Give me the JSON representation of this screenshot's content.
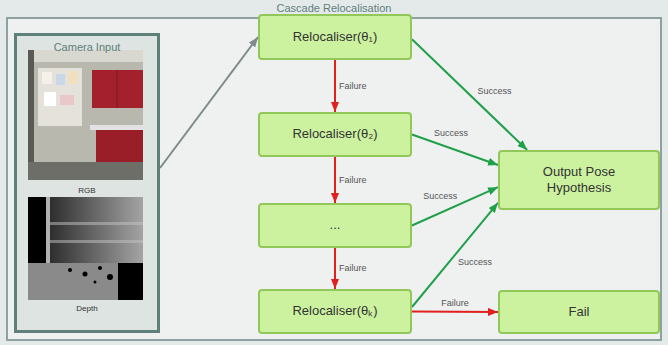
{
  "diagram": {
    "title": "Cascade Relocalisation",
    "nodes": [
      {
        "text": [
          "Camera Input",
          "RGB",
          "Depth"
        ]
      },
      {
        "text": [
          "Relocaliser(θ₁)"
        ]
      },
      {
        "text": [
          "Relocaliser(θ₂)"
        ]
      },
      {
        "text": [
          "..."
        ]
      },
      {
        "text": [
          "Relocaliser(θₖ)"
        ]
      },
      {
        "text": [
          "Output Pose Hypothesis"
        ]
      },
      {
        "text": [
          "Fail"
        ]
      }
    ],
    "edges": [
      {
        "from": 0,
        "to": 1,
        "arrow": "to"
      },
      {
        "from": 1,
        "to": 2,
        "label": "Failure",
        "arrow": "to"
      },
      {
        "from": 2,
        "to": 3,
        "label": "Failure",
        "arrow": "to"
      },
      {
        "from": 3,
        "to": 4,
        "label": "Failure",
        "arrow": "to"
      },
      {
        "from": 4,
        "to": 6,
        "label": "Failure",
        "arrow": "to"
      },
      {
        "from": 1,
        "to": 5,
        "label": "Success",
        "arrow": "to"
      },
      {
        "from": 2,
        "to": 5,
        "label": "Success",
        "arrow": "to"
      },
      {
        "from": 3,
        "to": 5,
        "label": "Success",
        "arrow": "to"
      },
      {
        "from": 4,
        "to": 5,
        "label": "Success",
        "arrow": "to"
      }
    ]
  }
}
